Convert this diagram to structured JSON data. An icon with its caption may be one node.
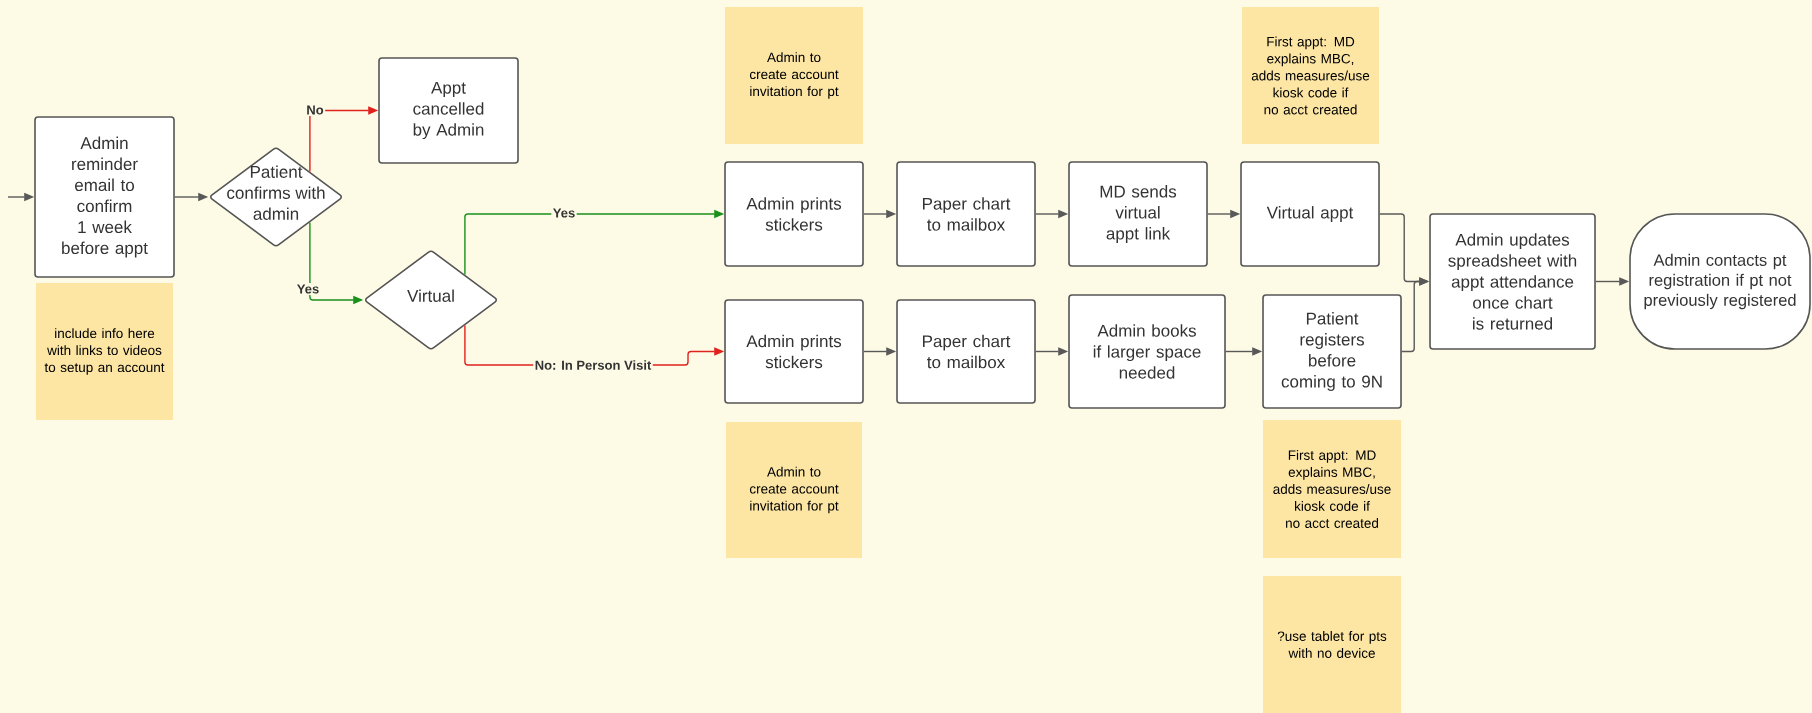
{
  "diagram": {
    "nodes": [
      {
        "text": [
          "Admin reminder email to confirm 1 week before appt"
        ]
      },
      {
        "text": [
          "include info here with links to videos to setup an account"
        ]
      },
      {
        "text": [
          "Patient confirms with admin"
        ]
      },
      {
        "text": [
          "Appt cancelled by Admin"
        ]
      },
      {
        "text": [
          "Virtual"
        ]
      },
      {
        "text": [
          "Admin to create account invitation for pt"
        ]
      },
      {
        "text": [
          "Admin prints stickers"
        ]
      },
      {
        "text": [
          "Paper chart to mailbox"
        ]
      },
      {
        "text": [
          "MD sends virtual appt link"
        ]
      },
      {
        "text": [
          "First appt: MD explains MBC, adds measures/use kiosk code if no acct created"
        ]
      },
      {
        "text": [
          "Virtual appt"
        ]
      },
      {
        "text": [
          "Admin prints stickers"
        ]
      },
      {
        "text": [
          "Paper chart to mailbox"
        ]
      },
      {
        "text": [
          "Admin books if larger space needed"
        ]
      },
      {
        "text": [
          "Patient registers before coming to 9N"
        ]
      },
      {
        "text": [
          "Admin to create account invitation for pt"
        ]
      },
      {
        "text": [
          "First appt: MD explains MBC, adds measures/use kiosk code if no acct created"
        ]
      },
      {
        "text": [
          "?use tablet for pts with no device"
        ]
      },
      {
        "text": [
          "Admin updates spreadsheet with appt attendance once chart is returned"
        ]
      },
      {
        "text": [
          "Admin contacts pt registration if pt not previously registered"
        ]
      }
    ],
    "edges": [
      {
        "from": null,
        "to": 0,
        "arrow": "to"
      },
      {
        "from": 0,
        "to": 2,
        "arrow": "to"
      },
      {
        "from": 2,
        "to": 3,
        "arrow": "to",
        "label": "No",
        "color": "#e0221e"
      },
      {
        "from": 2,
        "to": 4,
        "arrow": "to",
        "label": "Yes",
        "color": "#19911c"
      },
      {
        "from": 4,
        "to": 6,
        "arrow": "to",
        "label": "Yes",
        "color": "#19911c"
      },
      {
        "from": 4,
        "to": 11,
        "arrow": "to",
        "label": "No: In Person Visit",
        "color": "#e0221e"
      },
      {
        "from": 6,
        "to": 7,
        "arrow": "to"
      },
      {
        "from": 7,
        "to": 8,
        "arrow": "to"
      },
      {
        "from": 8,
        "to": 10,
        "arrow": "to"
      },
      {
        "from": 11,
        "to": 12,
        "arrow": "to"
      },
      {
        "from": 12,
        "to": 13,
        "arrow": "to"
      },
      {
        "from": 13,
        "to": 14,
        "arrow": "to"
      },
      {
        "from": 10,
        "to": 18,
        "arrow": "to"
      },
      {
        "from": 14,
        "to": 18,
        "arrow": "to"
      },
      {
        "from": 18,
        "to": 19,
        "arrow": "to"
      }
    ]
  }
}
